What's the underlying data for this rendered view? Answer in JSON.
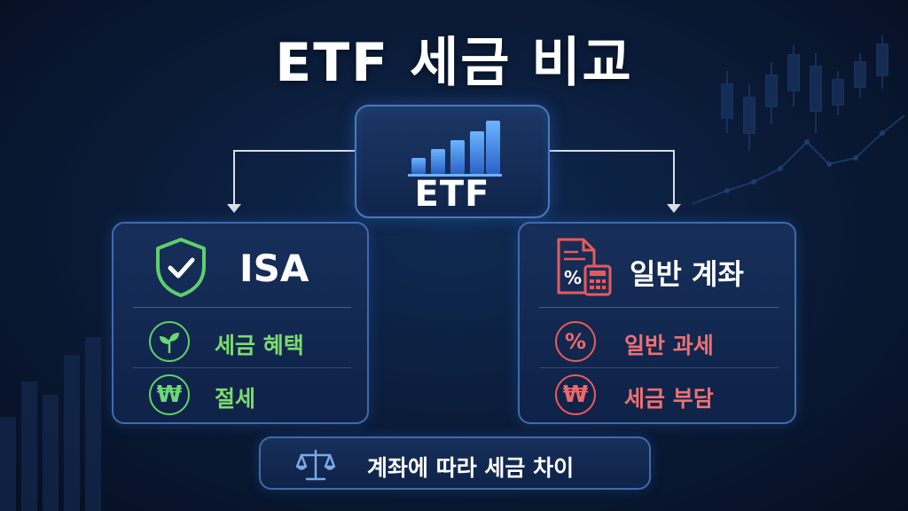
{
  "title": "ETF 세금 비교",
  "center": {
    "label": "ETF",
    "icon": "bar-chart-icon"
  },
  "isa": {
    "title": "ISA",
    "icon": "shield-check-icon",
    "rows": [
      {
        "icon": "sprout-icon",
        "text": "세금 혜택"
      },
      {
        "icon": "won-icon",
        "text": "절세"
      }
    ]
  },
  "general": {
    "title": "일반 계좌",
    "icon": "tax-calculator-icon",
    "rows": [
      {
        "icon": "percent-icon",
        "text": "일반 과세"
      },
      {
        "icon": "won-icon",
        "text": "세금 부담"
      }
    ]
  },
  "footer": {
    "icon": "scale-icon",
    "text": "계좌에 따라 세금 차이"
  },
  "colors": {
    "accent": "#4a78c4",
    "benefit": "#6ad874",
    "burden": "#f06868",
    "background": "#0a1a36"
  }
}
